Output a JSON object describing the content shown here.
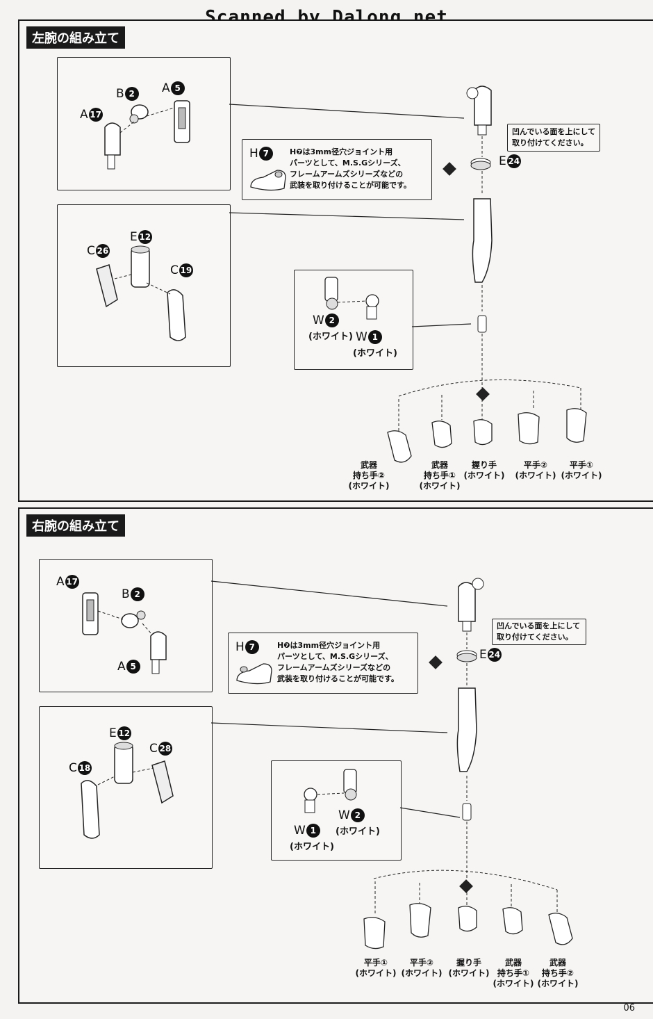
{
  "watermark": "Scanned by Dalong.net",
  "page_number": "06",
  "left_arm": {
    "title": "左腕の組み立て",
    "panel1": {
      "parts": [
        {
          "letter": "B",
          "num": "2"
        },
        {
          "letter": "A",
          "num": "5"
        },
        {
          "letter": "A",
          "num": "17"
        }
      ]
    },
    "note_h": {
      "letter": "H",
      "num": "7",
      "lines": [
        "H❼は3mm径穴ジョイント用",
        "パーツとして、M.S.Gシリーズ、",
        "フレームアームズシリーズなどの",
        "武装を取り付けることが可能です。"
      ]
    },
    "note_e": {
      "lines": [
        "凹んでいる面を上にして",
        "取り付けてください。"
      ],
      "letter": "E",
      "num": "24"
    },
    "panel2": {
      "parts": [
        {
          "letter": "E",
          "num": "12"
        },
        {
          "letter": "C",
          "num": "26"
        },
        {
          "letter": "C",
          "num": "19"
        }
      ]
    },
    "panel3": {
      "parts": [
        {
          "letter": "W",
          "num": "2",
          "color": "(ホワイト)"
        },
        {
          "letter": "W",
          "num": "1",
          "color": "(ホワイト)"
        }
      ]
    },
    "hands": [
      {
        "lines": [
          "武器",
          "持ち手②",
          "(ホワイト)"
        ]
      },
      {
        "lines": [
          "武器",
          "持ち手①",
          "(ホワイト)"
        ]
      },
      {
        "lines": [
          "握り手",
          "(ホワイト)"
        ]
      },
      {
        "lines": [
          "平手②",
          "(ホワイト)"
        ]
      },
      {
        "lines": [
          "平手①",
          "(ホワイト)"
        ]
      }
    ]
  },
  "right_arm": {
    "title": "右腕の組み立て",
    "panel1": {
      "parts": [
        {
          "letter": "A",
          "num": "17"
        },
        {
          "letter": "B",
          "num": "2"
        },
        {
          "letter": "A",
          "num": "5"
        }
      ]
    },
    "note_h": {
      "letter": "H",
      "num": "7",
      "lines": [
        "H❼は3mm径穴ジョイント用",
        "パーツとして、M.S.Gシリーズ、",
        "フレームアームズシリーズなどの",
        "武装を取り付けることが可能です。"
      ]
    },
    "note_e": {
      "lines": [
        "凹んでいる面を上にして",
        "取り付けてください。"
      ],
      "letter": "E",
      "num": "24"
    },
    "panel2": {
      "parts": [
        {
          "letter": "E",
          "num": "12"
        },
        {
          "letter": "C",
          "num": "28"
        },
        {
          "letter": "C",
          "num": "18"
        }
      ]
    },
    "panel3": {
      "parts": [
        {
          "letter": "W",
          "num": "2",
          "color": "(ホワイト)"
        },
        {
          "letter": "W",
          "num": "1",
          "color": "(ホワイト)"
        }
      ]
    },
    "hands": [
      {
        "lines": [
          "平手①",
          "(ホワイト)"
        ]
      },
      {
        "lines": [
          "平手②",
          "(ホワイト)"
        ]
      },
      {
        "lines": [
          "握り手",
          "(ホワイト)"
        ]
      },
      {
        "lines": [
          "武器",
          "持ち手①",
          "(ホワイト)"
        ]
      },
      {
        "lines": [
          "武器",
          "持ち手②",
          "(ホワイト)"
        ]
      }
    ]
  }
}
